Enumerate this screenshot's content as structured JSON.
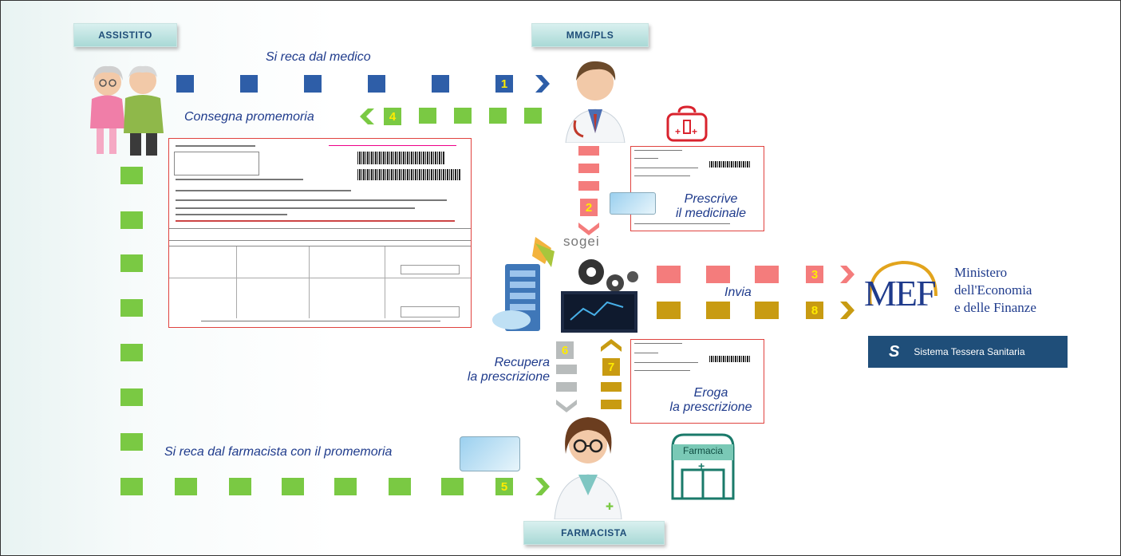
{
  "roles": {
    "assistito": "ASSISTITO",
    "mmg": "MMG/PLS",
    "farmacista": "FARMACISTA"
  },
  "captions": {
    "si_reca_medico": "Si reca dal medico",
    "consegna": "Consegna promemoria",
    "prescrive_1": "Prescrive",
    "prescrive_2": "il medicinale",
    "invia": "Invia",
    "recupera_1": "Recupera",
    "recupera_2": "la prescrizione",
    "eroga_1": "Eroga",
    "eroga_2": "la prescrizione",
    "si_reca_farmacista": "Si reca dal farmacista con il promemoria"
  },
  "steps": {
    "s1": "1",
    "s2": "2",
    "s3": "3",
    "s4": "4",
    "s5": "5",
    "s6": "6",
    "s7": "7",
    "s8": "8"
  },
  "sogei": "sogei",
  "farmacia_label": "Farmacia",
  "mef": {
    "acronym": "MEF",
    "line1": "Ministero",
    "line2": "dell'Economia",
    "line3": "e delle Finanze",
    "sts_logo": "S",
    "sts_label": "Sistema Tessera Sanitaria"
  },
  "colors": {
    "blue": "#2e5ea8",
    "green": "#7ac943",
    "pink": "#f47c7c",
    "gold": "#c89b12",
    "grey": "#b8bcbc",
    "caption": "#1f3b8c"
  }
}
